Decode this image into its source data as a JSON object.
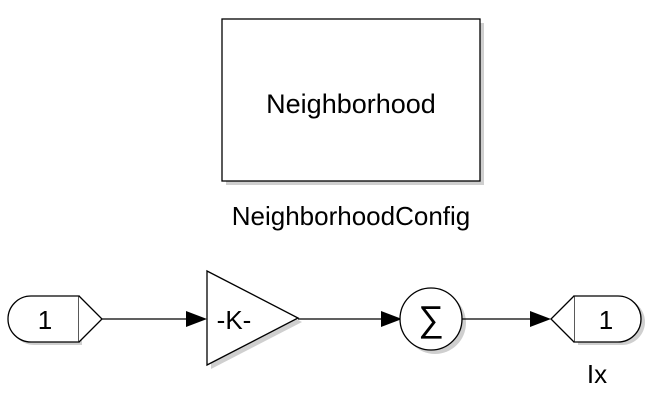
{
  "diagram": {
    "subsystem": {
      "block_text": "Neighborhood",
      "name": "NeighborhoodConfig"
    },
    "inport": {
      "port_number": "1"
    },
    "gain": {
      "value": "-K-"
    },
    "sum": {
      "symbol": "∑"
    },
    "outport": {
      "port_number": "1",
      "name": "Ix"
    }
  }
}
